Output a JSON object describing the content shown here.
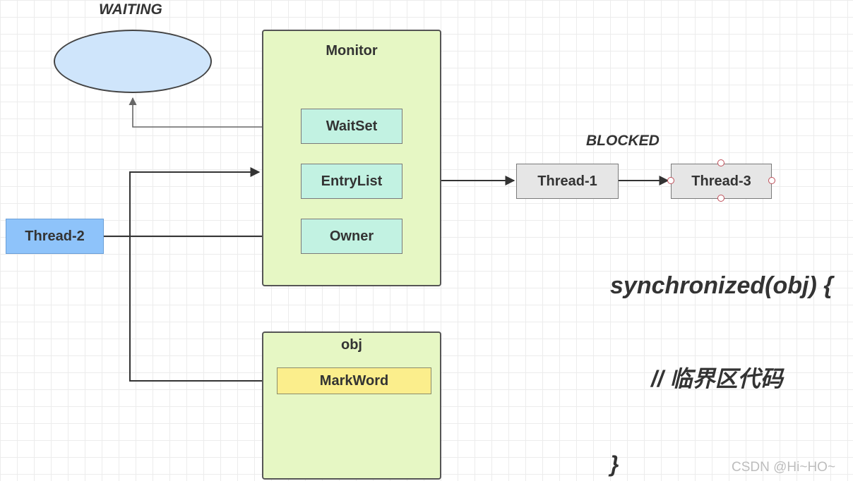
{
  "labels": {
    "waiting": "WAITING",
    "blocked": "BLOCKED"
  },
  "monitor": {
    "title": "Monitor",
    "wait_set": "WaitSet",
    "entry_list": "EntryList",
    "owner": "Owner"
  },
  "obj": {
    "title": "obj",
    "mark_word": "MarkWord"
  },
  "threads": {
    "thread_1": "Thread-1",
    "thread_2": "Thread-2",
    "thread_3": "Thread-3"
  },
  "code": {
    "line1": "synchronized(obj) {",
    "line2": "// 临界区代码",
    "line3": "}"
  },
  "watermark": "CSDN @Hi~HO~",
  "colors": {
    "container_fill": "#e6f7c4",
    "mint_node": "#c2f2e2",
    "grey_node": "#e6e6e6",
    "thread2_fill": "#8ec3fa",
    "markword_fill": "#fbee8c",
    "waiting_fill": "#cfe5fb",
    "line": "#333333"
  }
}
